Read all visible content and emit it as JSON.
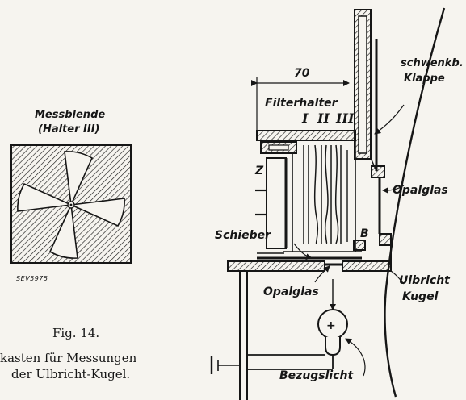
{
  "left_diagram": {
    "title_line1": "Messblende",
    "title_line2": "(Halter III)",
    "sev_number": "SEV5975"
  },
  "caption": {
    "figure_label": "Fig. 14.",
    "line1": "kasten für Messungen",
    "line2": "der Ulbricht-Kugel."
  },
  "main_diagram": {
    "dimension": "70",
    "filter_label": "Filterhalter",
    "roman_numerals": [
      "I",
      "II",
      "III"
    ],
    "z_label": "Z",
    "b_label": "B",
    "schieber": "Schieber",
    "opalglas_bottom": "Opalglas",
    "opalglas_right": "Opalglas",
    "klappe_line1": "schwenkb.",
    "klappe_line2": "Klappe",
    "kugel_line1": "Ulbricht",
    "kugel_line2": "Kugel",
    "bezugslicht": "Bezugslicht",
    "plus_sign": "+"
  }
}
